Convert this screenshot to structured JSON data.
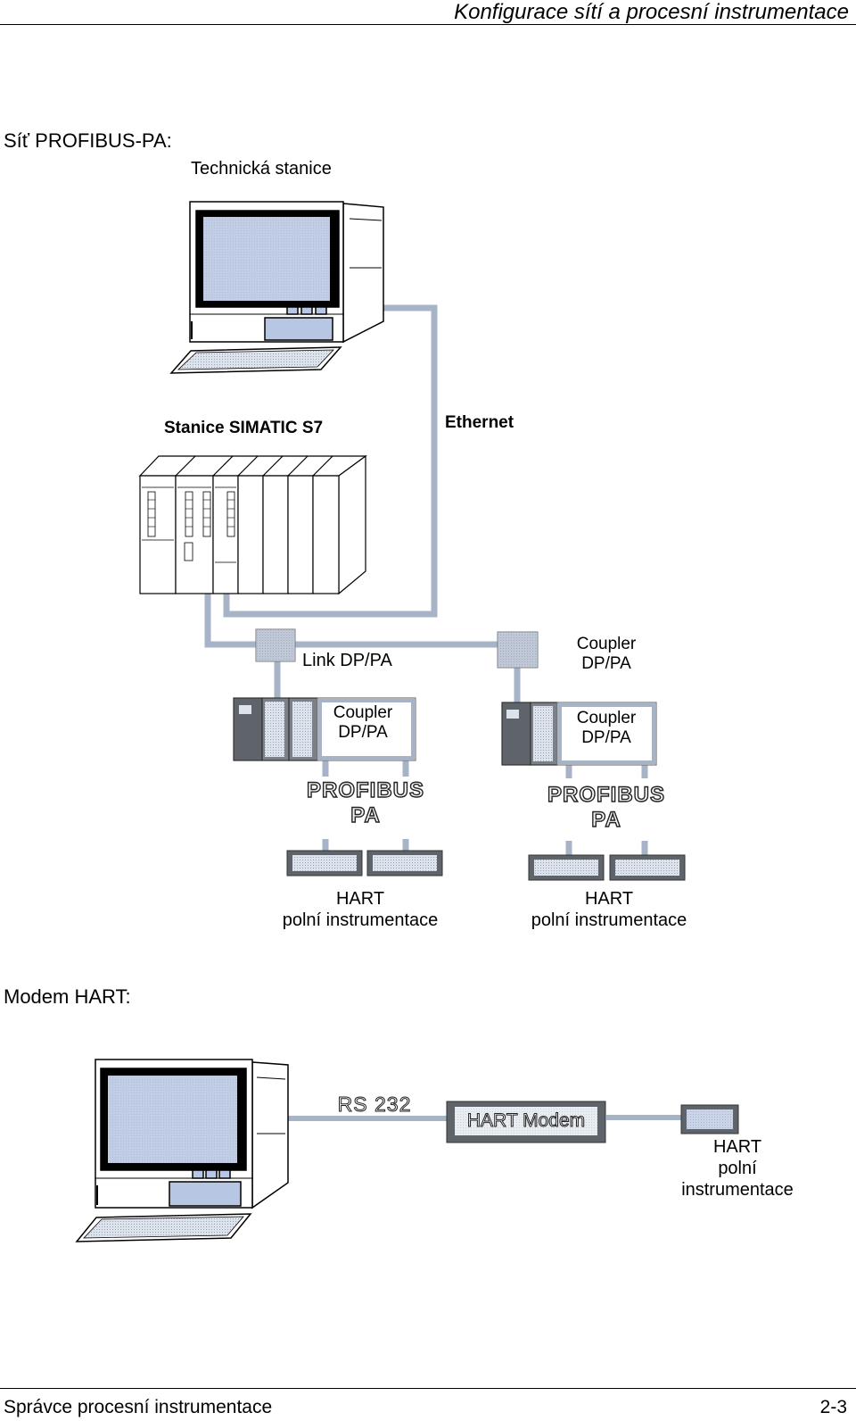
{
  "header": {
    "title": "Konfigurace sítí a procesní instrumentace"
  },
  "footer": {
    "left": "Správce procesní instrumentace",
    "right": "2-3"
  },
  "profibus_section": {
    "title": "Síť PROFIBUS-PA:",
    "workstation_label": "Technická stanice",
    "station_label": "Stanice SIMATIC S7",
    "ethernet_label": "Ethernet",
    "link_label": "Link DP/PA",
    "coupler_top_line1": "Coupler",
    "coupler_top_line2": "DP/PA",
    "coupler_left_line1": "Coupler",
    "coupler_left_line2": "DP/PA",
    "coupler_right_line1": "Coupler",
    "coupler_right_line2": "DP/PA",
    "profibus_left_line1": "PROFIBUS",
    "profibus_left_line2": "PA",
    "profibus_right_line1": "PROFIBUS",
    "profibus_right_line2": "PA",
    "hart_left_line1": "HART",
    "hart_left_line2": "polní instrumentace",
    "hart_right_line1": "HART",
    "hart_right_line2": "polní instrumentace"
  },
  "modem_section": {
    "title": "Modem HART:",
    "rs232_label": "RS 232",
    "modem_label": "HART Modem",
    "device_line1": "HART",
    "device_line2": "polní",
    "device_line3": "instrumentace"
  },
  "colors": {
    "cable": "#a7b3c7",
    "screen": "#b6c6e3",
    "device_dark": "#5f646b",
    "device_fill": "#e8ecf2"
  }
}
